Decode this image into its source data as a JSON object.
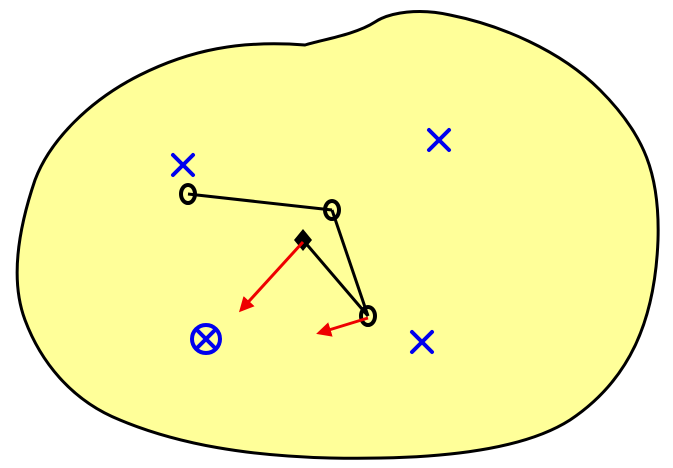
{
  "colors": {
    "region_fill": "#ffff99",
    "region_stroke": "#000000",
    "cross_marker": "#0000ee",
    "circle_marker": "#000000",
    "diamond_marker": "#000000",
    "arrow": "#ee0000",
    "connector": "#000000"
  },
  "markers": {
    "crosses": [
      "cross",
      "cross",
      "cross"
    ],
    "circled_cross": "circled-cross",
    "circles": [
      "circle",
      "circle",
      "circle"
    ],
    "diamond": "diamond",
    "arrows": [
      "arrow",
      "arrow"
    ]
  }
}
